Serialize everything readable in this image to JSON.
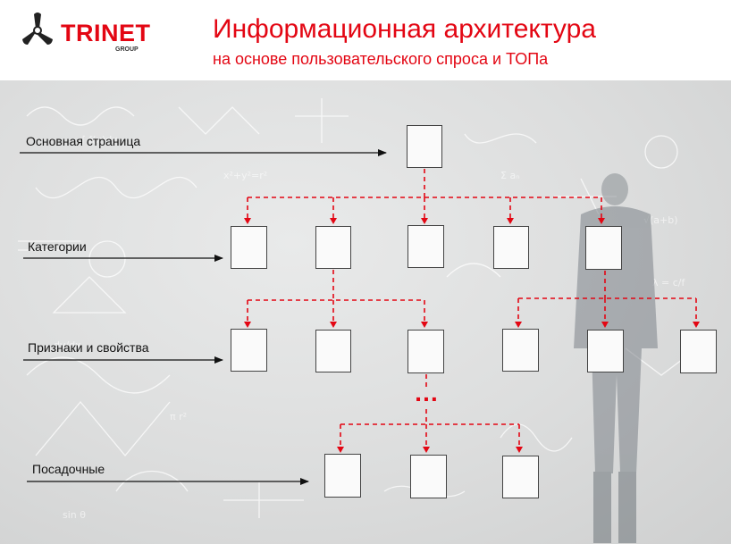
{
  "header": {
    "logo_text": "TRINET",
    "logo_sub": "GROUP",
    "title": "Информационная архитектура",
    "subtitle": "на основе пользовательского спроса и ТОПа"
  },
  "levels": {
    "main_page": "Основная страница",
    "categories": "Категории",
    "attributes": "Признаки и свойства",
    "landing": "Посадочные"
  },
  "ellipsis": "…",
  "colors": {
    "brand": "#e30613",
    "connector": "#e30613"
  }
}
